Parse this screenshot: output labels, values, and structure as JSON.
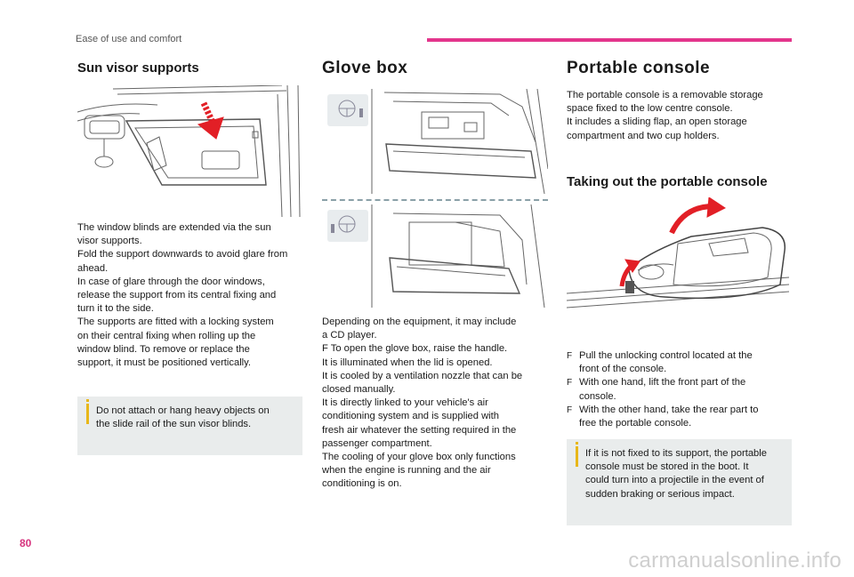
{
  "header": {
    "section": "Ease of use and comfort",
    "accent_color": "#e3368c"
  },
  "footer": {
    "page_number": "80",
    "watermark": "carmanualsonline.info"
  },
  "sun_visor": {
    "title": "Sun visor supports",
    "body": "The window blinds are extended via the sun\nvisor supports.\nFold the support downwards to avoid glare from\nahead.\nIn case of glare through the door windows,\nrelease the support from its central fixing and\nturn it to the side.\nThe supports are fitted with a locking system\non their central fixing when rolling up the\nwindow blind. To remove or replace the\nsupport, it must be positioned vertically.",
    "note": "Do not attach or hang heavy objects on\nthe slide rail of the sun visor blinds."
  },
  "glove_box": {
    "title": "Glove box",
    "body": "Depending on the equipment, it may include\na CD player.\nF  To open the glove box, raise the handle.\nIt is illuminated when the lid is opened.\nIt is cooled by a ventilation nozzle that can be\nclosed manually.\nIt is directly linked to your vehicle's air\nconditioning system and is supplied with\nfresh air whatever the setting required in the\npassenger compartment.\nThe cooling of your glove box only functions\nwhen the engine is running and the air\nconditioning is on."
  },
  "portable_console": {
    "title": "Portable console",
    "intro": "The portable console is a removable storage\nspace fixed to the low centre console.\nIt includes a sliding flap, an open storage\ncompartment and two cup holders.",
    "subtitle": "Taking out the portable console",
    "bullet_marker": "F",
    "steps": [
      "Pull the unlocking control located at the\nfront of the console.",
      "With one hand, lift the front part of the\nconsole.",
      "With the other hand, take the rear part to\nfree the portable console."
    ],
    "note": "If it is not fixed to its support, the portable\nconsole must be stored in the boot. It\ncould turn into a projectile in the event of\nsudden braking or serious impact."
  }
}
